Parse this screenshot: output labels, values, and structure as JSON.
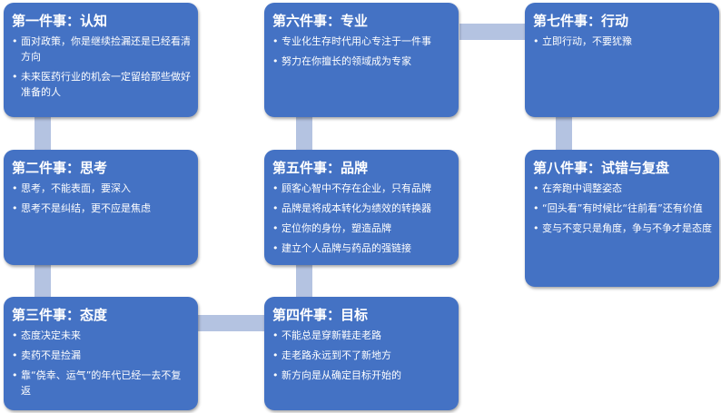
{
  "colors": {
    "box": "#4472c4",
    "connector": "#b4c3e1",
    "text": "#ffffff"
  },
  "bullet": "•",
  "boxes": {
    "b1": {
      "title": "第一件事：认知",
      "items": [
        "面对政策，你是继续捡漏还是已经看清方向",
        "未来医药行业的机会一定留给那些做好准备的人"
      ]
    },
    "b2": {
      "title": "第二件事：思考",
      "items": [
        "思考，不能表面，要深入",
        "思考不是纠结，更不应是焦虑"
      ]
    },
    "b3": {
      "title": "第三件事：态度",
      "items": [
        "态度决定未来",
        "卖药不是捡漏",
        "靠“侥幸、运气”的年代已经一去不复返"
      ]
    },
    "b4": {
      "title": "第四件事：目标",
      "items": [
        "不能总是穿新鞋走老路",
        "走老路永远到不了新地方",
        "新方向是从确定目标开始的"
      ]
    },
    "b5": {
      "title": "第五件事：品牌",
      "items": [
        "顾客心智中不存在企业，只有品牌",
        "品牌是将成本转化为绩效的转换器",
        "定位你的身份，塑造品牌",
        "建立个人品牌与药品的强链接"
      ]
    },
    "b6": {
      "title": "第六件事：专业",
      "items": [
        "专业化生存时代用心专注于一件事",
        "努力在你擅长的领域成为专家"
      ]
    },
    "b7": {
      "title": "第七件事：行动",
      "items": [
        "立即行动，不要犹豫"
      ]
    },
    "b8": {
      "title": "第八件事：试错与复盘",
      "items": [
        "在奔跑中调整姿态",
        "“回头看”有时候比“往前看”还有价值",
        "变与不变只是角度，争与不争才是态度"
      ]
    }
  }
}
